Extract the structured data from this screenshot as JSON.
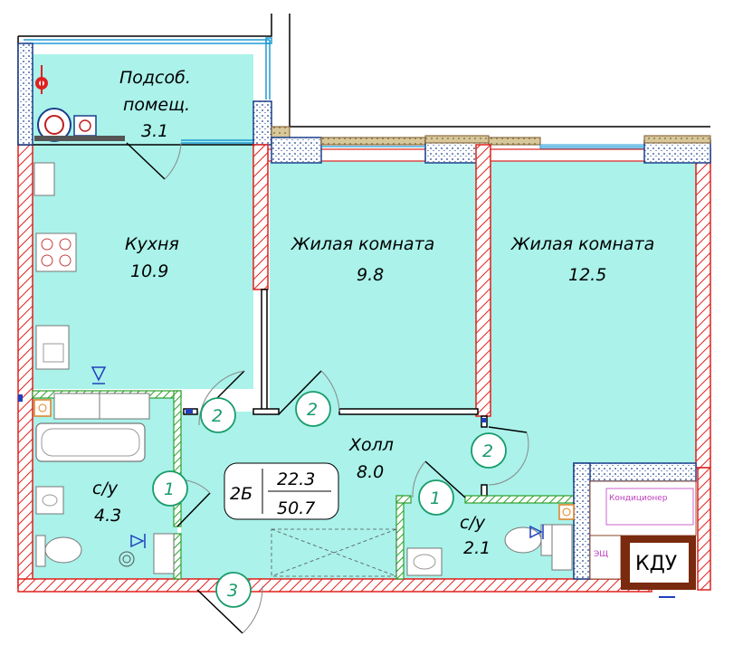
{
  "rooms": {
    "utility": {
      "label": "Подсоб.",
      "label2": "помещ.",
      "area": "3.1"
    },
    "kitchen": {
      "label": "Кухня",
      "area": "10.9"
    },
    "living1": {
      "label": "Жилая комната",
      "area": "9.8"
    },
    "living2": {
      "label": "Жилая комната",
      "area": "12.5"
    },
    "hall": {
      "label": "Холл",
      "area": "8.0"
    },
    "bath1": {
      "label": "с/у",
      "area": "4.3"
    },
    "bath2": {
      "label": "с/у",
      "area": "2.1"
    }
  },
  "apartment": {
    "type": "2Б",
    "living_area": "22.3",
    "total_area": "50.7"
  },
  "door_markers": [
    "2",
    "2",
    "2",
    "1",
    "1",
    "3"
  ],
  "kdu_label": "КДУ",
  "small_text": {
    "conditioner": "Кондиционер",
    "shaft": "ЭЩ"
  },
  "colors": {
    "floor": "#aaf2ea",
    "wall_hatch": "#e0201c",
    "marker": "#1a9c6b",
    "window": "#1f9ad6",
    "column_fill": "#cfcfcf",
    "brick": "#d8c79a",
    "shaft_stroke": "#7a2a0e"
  }
}
